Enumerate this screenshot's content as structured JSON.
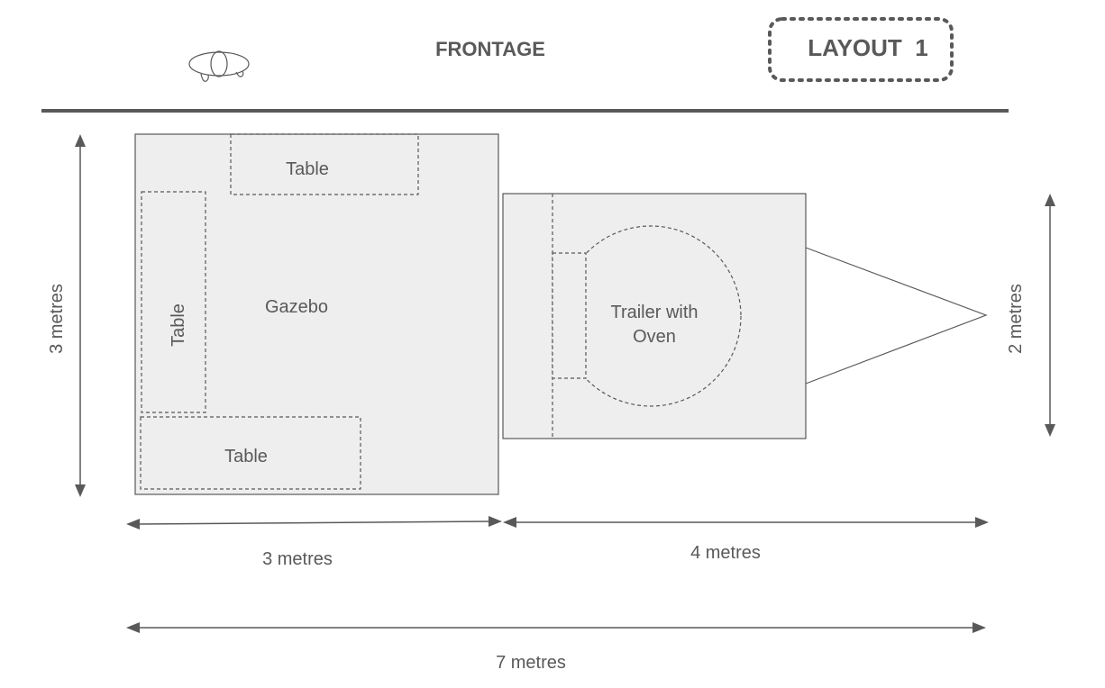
{
  "header": {
    "frontage": "FRONTAGE",
    "layout_badge": "LAYOUT  1"
  },
  "gazebo": {
    "label": "Gazebo",
    "table_top": "Table",
    "table_left": "Table",
    "table_bottom": "Table"
  },
  "trailer": {
    "label_line1": "Trailer with",
    "label_line2": "Oven"
  },
  "dimensions": {
    "gazebo_height": "3 metres",
    "gazebo_width": "3 metres",
    "trailer_length": "4 metres",
    "trailer_height": "2 metres",
    "total_width": "7 metres"
  },
  "icons": {
    "frontage_object": "blimp-icon"
  },
  "colors": {
    "ink": "#595959",
    "fill": "#eeeeee"
  }
}
